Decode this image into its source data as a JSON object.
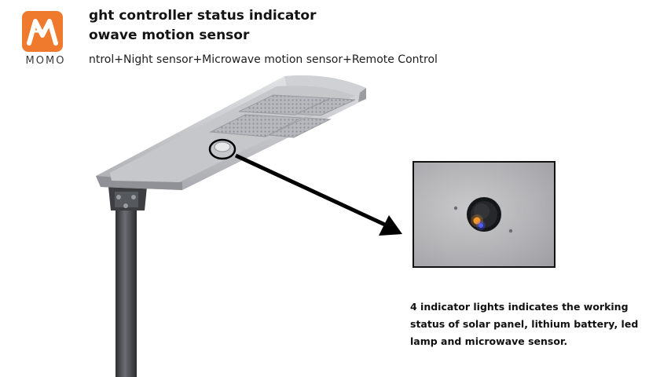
{
  "logo": {
    "brand": "MOMO",
    "colors": {
      "mark": "#ef7a2e",
      "text": "#3b3b3b"
    }
  },
  "header": {
    "title_line1": "ght controller status indicator",
    "title_line2": "owave motion sensor",
    "subtitle": "ntrol+Night sensor+Microwave motion sensor+Remote Control"
  },
  "caption": {
    "text": "4 indicator lights indicates the working status of solar panel, lithium battery, led lamp and microwave sensor."
  },
  "colors": {
    "pole": "#4a4c50",
    "lamp_body": "#c7c9cc",
    "panel": "#b9bcc2",
    "arrow": "#000000"
  }
}
